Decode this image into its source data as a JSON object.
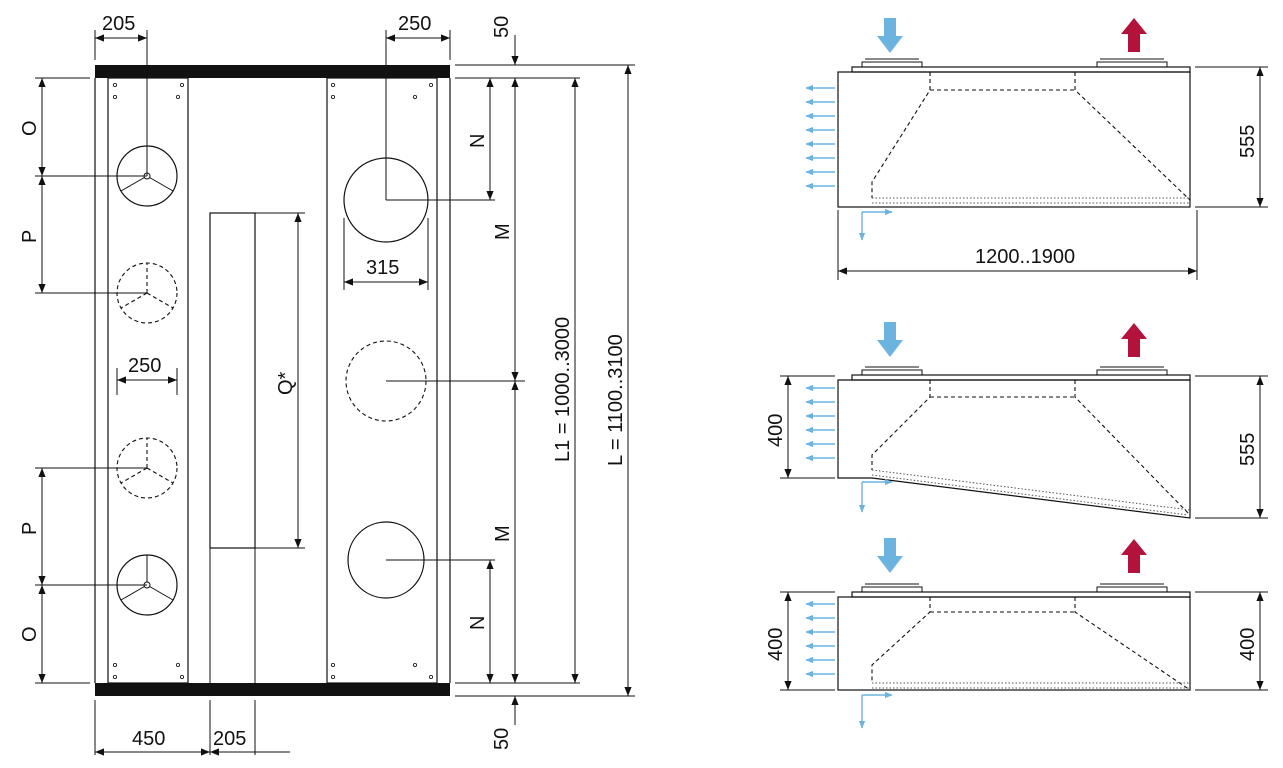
{
  "plan": {
    "dim_top_left": "205",
    "dim_top_right": "250",
    "dim_top_50": "50",
    "dim_bottom_50": "50",
    "dim_bottom_450": "450",
    "dim_bottom_205": "205",
    "dim_o_top": "O",
    "dim_p_top": "P",
    "dim_p_bottom": "P",
    "dim_o_bottom": "O",
    "dim_250_mid": "250",
    "dim_q": "Q*",
    "dim_315": "315",
    "dim_n_top": "N",
    "dim_m_top": "M",
    "dim_m_bottom": "M",
    "dim_n_bottom": "N",
    "dim_l1": "L1 = 1000..3000",
    "dim_l": "L = 1100..3100"
  },
  "side_views": {
    "top": {
      "height": "555",
      "width": "1200..1900"
    },
    "middle": {
      "left_height": "400",
      "right_height": "555"
    },
    "bottom": {
      "left_height": "400",
      "right_height": "400"
    }
  },
  "colors": {
    "supply_arrow": "#6cb4e0",
    "exhaust_arrow": "#b3123a",
    "line": "#111111"
  }
}
